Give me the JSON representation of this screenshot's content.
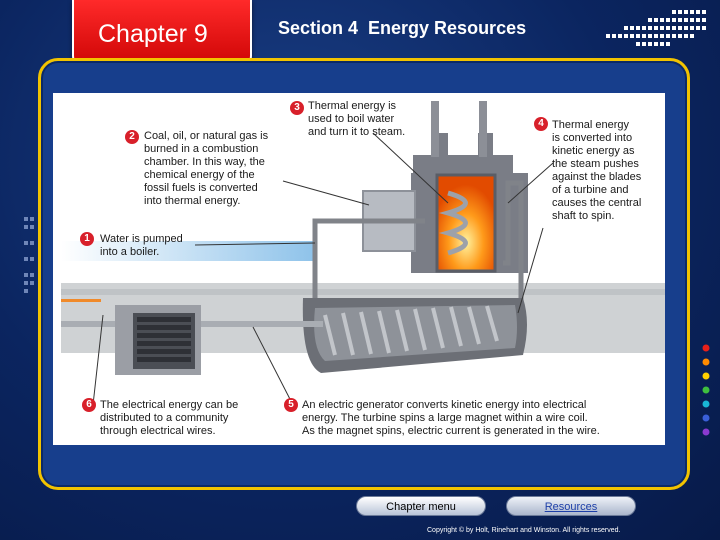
{
  "header": {
    "chapter": "Chapter 9",
    "section": "Section 4  Energy Resources"
  },
  "diagram": {
    "steps": [
      {
        "num": "1",
        "text": "Water is pumped\ninto a boiler."
      },
      {
        "num": "2",
        "text": "Coal, oil, or natural gas is\nburned in a combustion\nchamber. In this way, the\nchemical energy of the\nfossil fuels is converted\ninto thermal energy."
      },
      {
        "num": "3",
        "text": "Thermal energy is\nused to boil water\nand turn it to steam."
      },
      {
        "num": "4",
        "text": "Thermal energy\nis converted into\nkinetic energy as\nthe steam pushes\nagainst the blades\nof a turbine and\ncauses the central\nshaft to spin."
      },
      {
        "num": "5",
        "text": "An electric generator converts kinetic energy into electrical\nenergy. The turbine spins a large magnet within a wire coil.\nAs the magnet spins, electric current is generated in the wire."
      },
      {
        "num": "6",
        "text": "The electrical energy can be\ndistributed to a community\nthrough electrical wires."
      }
    ]
  },
  "footer": {
    "chapter_menu": "Chapter menu",
    "resources": "Resources",
    "copyright": "Copyright © by Holt, Rinehart and Winston. All rights reserved."
  },
  "colors": {
    "background": "#0b2560",
    "panel_border": "#f2c300",
    "chapter_tab": "#e00000",
    "step_marker": "#d8202a",
    "nav_dots": [
      "#e8201a",
      "#ff8a00",
      "#ffd000",
      "#3fbf3f",
      "#19b6d6",
      "#3a5fd8",
      "#8a3ad0"
    ]
  },
  "icons": [
    "grid-pattern-icon",
    "nav-dots-icon"
  ]
}
